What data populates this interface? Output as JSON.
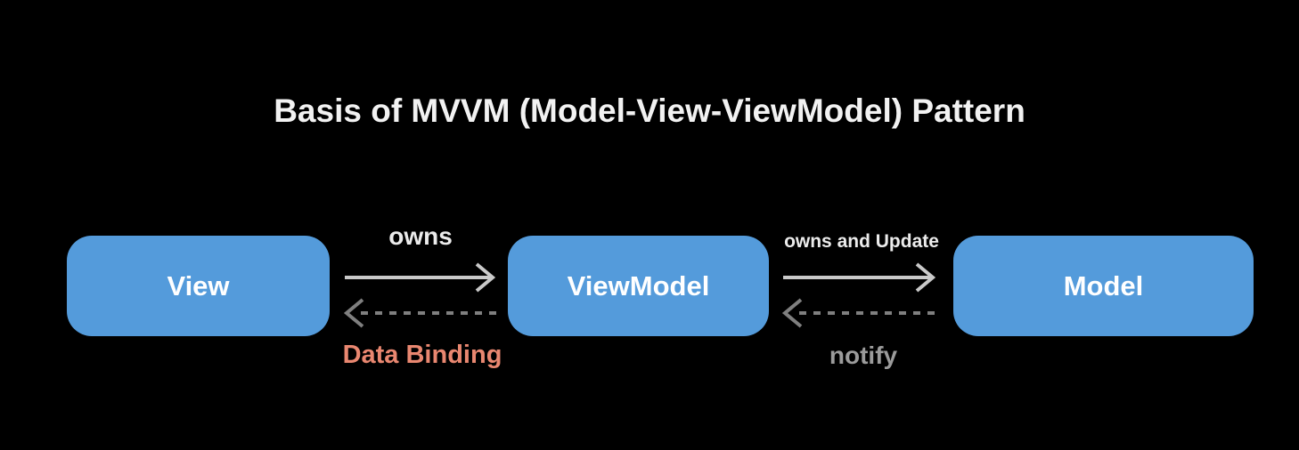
{
  "title": {
    "text": "Basis of MVVM (Model-View-ViewModel) Pattern"
  },
  "nodes": [
    {
      "id": "view",
      "label": "View"
    },
    {
      "id": "viewmodel",
      "label": "ViewModel"
    },
    {
      "id": "model",
      "label": "Model"
    }
  ],
  "connectors": {
    "view_viewmodel": {
      "forward": {
        "label": "owns",
        "style": "solid",
        "direction": "right"
      },
      "backward": {
        "label": "Data Binding",
        "style": "dashed",
        "direction": "left"
      }
    },
    "viewmodel_model": {
      "forward": {
        "label": "owns and Update",
        "style": "solid",
        "direction": "right"
      },
      "backward": {
        "label": "notify",
        "style": "dashed",
        "direction": "left"
      }
    }
  },
  "colors": {
    "background": "#000000",
    "node_fill": "#549bdb",
    "node_text": "#ffffff",
    "title_text": "#f2f2f2",
    "solid_arrow": "#c9c9c9",
    "dashed_arrow": "#7f7f7f",
    "owns_label": "#ececec",
    "data_binding_label": "#e98770",
    "notify_label": "#9b9b9b"
  }
}
